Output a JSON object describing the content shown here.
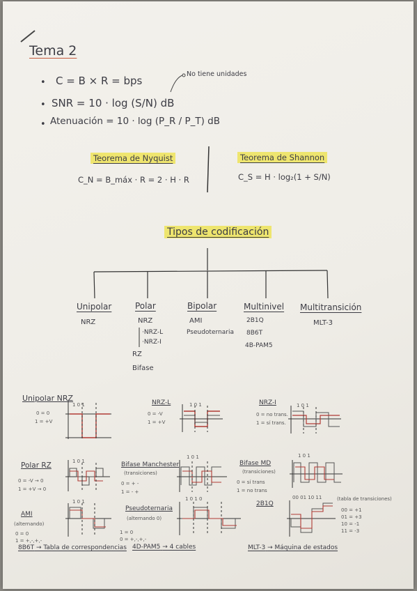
{
  "title": "Tema 2",
  "formulas": [
    {
      "text": "C = B × R = bps"
    },
    {
      "text": "SNR = 10 · log (S/N) dB"
    },
    {
      "text": "Atenuación = 10 · log (P_R / P_T) dB"
    }
  ],
  "formula_note": "No tiene unidades",
  "nyquist": {
    "heading": "Teorema de Nyquist",
    "formula": "C_N = B_máx · R = 2 · H · R"
  },
  "shannon": {
    "heading": "Teorema de Shannon",
    "formula": "C_S = H · log₂(1 + S/N)"
  },
  "coding_heading": "Tipos de codificación",
  "categories": [
    {
      "name": "Unipolar",
      "items": [
        "NRZ"
      ]
    },
    {
      "name": "Polar",
      "items": [
        "NRZ",
        "·NRZ-L",
        "·NRZ-I",
        "RZ",
        "Bifase"
      ]
    },
    {
      "name": "Bipolar",
      "items": [
        "AMI",
        "Pseudoternaria"
      ]
    },
    {
      "name": "Multinivel",
      "items": [
        "2B1Q",
        "8B6T",
        "4B-PAM5"
      ]
    },
    {
      "name": "Multitransición",
      "items": [
        "MLT-3"
      ]
    }
  ],
  "examples": {
    "unipolar": {
      "title": "Unipolar NRZ",
      "bits": "1 0 1",
      "legend": [
        "0 = 0",
        "1 = +V"
      ]
    },
    "nrzl": {
      "title": "NRZ-L",
      "bits": "1 0 1",
      "legend": [
        "0 = -V",
        "1 = +V"
      ]
    },
    "nrzi": {
      "title": "NRZ-I",
      "bits": "1 0 1",
      "legend": [
        "0 = no trans.",
        "1 = sí trans."
      ]
    },
    "polarrz": {
      "title": "Polar RZ",
      "bits": "1 0 1",
      "legend": [
        "0 = -V → 0",
        "1 = +V → 0"
      ]
    },
    "manchester": {
      "title": "Bifase Manchester",
      "sub": "(transiciones)",
      "bits": "1 0 1",
      "legend": [
        "0 = + -",
        "1 = - +"
      ]
    },
    "bifasemd": {
      "title": "Bifase MD",
      "sub": "(transiciones)",
      "bits": "1 0 1",
      "legend": [
        "0 = sí trans",
        "1 = no trans"
      ]
    },
    "ami": {
      "title": "AMI",
      "sub": "(alternando)",
      "bits": "1 0 1",
      "legend": [
        "0 = 0",
        "1 = +,-,+,-"
      ]
    },
    "pseudo": {
      "title": "Pseudoternaria",
      "sub": "(alternando 0)",
      "bits": "1 0 1 0",
      "legend": [
        "1 = 0",
        "0 = +,-,+,-"
      ]
    },
    "twob1q": {
      "title": "2B1Q",
      "bits": "00 01 10 11",
      "sub": "(tabla de transiciones)",
      "legend": [
        "00 = +1",
        "01 = +3",
        "10 = -1",
        "11 = -3"
      ]
    }
  },
  "bottom_notes": [
    {
      "label": "8B6T",
      "text": "→ Tabla de correspondencias"
    },
    {
      "label": "4D-PAM5",
      "text": "→ 4 cables"
    },
    {
      "label": "MLT-3",
      "text": "→ Máquina de estados"
    }
  ],
  "colors": {
    "ink": "#3c3c44",
    "red": "#b03a34",
    "highlight": "#eee146"
  }
}
